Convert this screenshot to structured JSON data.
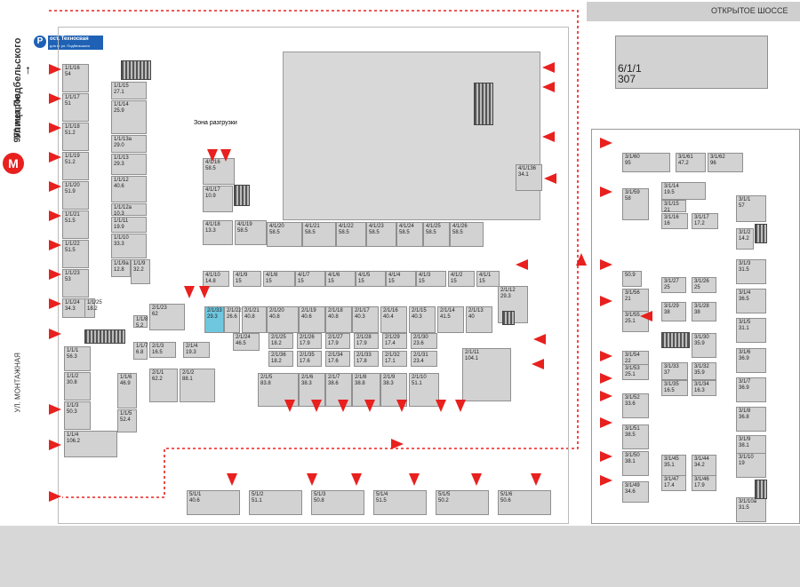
{
  "labels": {
    "highway": "ОТКРЫТОЕ ШОССЕ",
    "street_main": "Улица Подбельского",
    "street_distance": "900 метров",
    "street_side": "УЛ. МОНТАЖНАЯ",
    "parking": "ост. Техносвая",
    "parking_sub": "для м. ул. Подбельского",
    "loading_zone": "Зона разгрузки",
    "metro_icon": "М",
    "parking_icon": "P"
  },
  "colors": {
    "arrow": "#e8201e",
    "highlight": "#6ec7df",
    "building": "#d8d8d8"
  },
  "units": [
    {
      "id": "6/1/1",
      "area": "307"
    },
    {
      "id": "1/1/16",
      "area": "54"
    },
    {
      "id": "1/1/17",
      "area": "51"
    },
    {
      "id": "1/1/18",
      "area": "51.2"
    },
    {
      "id": "1/1/19",
      "area": "51.2"
    },
    {
      "id": "1/1/20",
      "area": "51.9"
    },
    {
      "id": "1/1/21",
      "area": "51.5"
    },
    {
      "id": "1/1/22",
      "area": "51.5"
    },
    {
      "id": "1/1/23",
      "area": "53"
    },
    {
      "id": "1/1/24",
      "area": "34.3"
    },
    {
      "id": "1/1/25",
      "area": "18.2"
    },
    {
      "id": "1/1/15",
      "area": "27.1"
    },
    {
      "id": "1/1/14",
      "area": "25.9"
    },
    {
      "id": "1/1/13a",
      "area": "29.0"
    },
    {
      "id": "1/1/13",
      "area": "29.3"
    },
    {
      "id": "1/1/12",
      "area": "40.6"
    },
    {
      "id": "1/1/12a",
      "area": "10.3"
    },
    {
      "id": "1/1/11",
      "area": "19.9"
    },
    {
      "id": "1/1/10",
      "area": "33.3"
    },
    {
      "id": "1/1/9a",
      "area": "12.8"
    },
    {
      "id": "1/1/9",
      "area": "32.2"
    },
    {
      "id": "1/1/1",
      "area": "56.3"
    },
    {
      "id": "1/1/2",
      "area": "30.8"
    },
    {
      "id": "1/1/3",
      "area": "50.3"
    },
    {
      "id": "1/1/4",
      "area": "106.2"
    },
    {
      "id": "1/1/6",
      "area": "46.9"
    },
    {
      "id": "1/1/5",
      "area": "52.4"
    },
    {
      "id": "1/1/7",
      "area": "6.8"
    },
    {
      "id": "1/1/8",
      "area": "5.2"
    },
    {
      "id": "2/1/23",
      "area": "62"
    },
    {
      "id": "2/1/3",
      "area": "16.5"
    },
    {
      "id": "2/1/4",
      "area": "19.3"
    },
    {
      "id": "2/1/1",
      "area": "62.2"
    },
    {
      "id": "2/1/2",
      "area": "88.1"
    },
    {
      "id": "4/1/16",
      "area": "58.5"
    },
    {
      "id": "4/1/17",
      "area": "10.9"
    },
    {
      "id": "4/1/18",
      "area": "13.3"
    },
    {
      "id": "4/1/19",
      "area": "58.5"
    },
    {
      "id": "4/1/20",
      "area": "58.5"
    },
    {
      "id": "4/1/21",
      "area": "58.5"
    },
    {
      "id": "4/1/22",
      "area": "58.5"
    },
    {
      "id": "4/1/23",
      "area": "58.5"
    },
    {
      "id": "4/1/24",
      "area": "58.5"
    },
    {
      "id": "4/1/25",
      "area": "58.5"
    },
    {
      "id": "4/1/26",
      "area": "58.5"
    },
    {
      "id": "4/1/136",
      "area": "34.1"
    },
    {
      "id": "4/1/10",
      "area": "14.8"
    },
    {
      "id": "4/1/9",
      "area": "15"
    },
    {
      "id": "4/1/8",
      "area": "15"
    },
    {
      "id": "4/1/7",
      "area": "15"
    },
    {
      "id": "4/1/6",
      "area": "15"
    },
    {
      "id": "4/1/5",
      "area": "15"
    },
    {
      "id": "4/1/4",
      "area": "15"
    },
    {
      "id": "4/1/3",
      "area": "15"
    },
    {
      "id": "4/1/2",
      "area": "15"
    },
    {
      "id": "4/1/1",
      "area": "15"
    },
    {
      "id": "2/1/33",
      "area": "29.3"
    },
    {
      "id": "2/1/22",
      "area": "26.6"
    },
    {
      "id": "2/1/21",
      "area": "40.8"
    },
    {
      "id": "2/1/20",
      "area": "40.8"
    },
    {
      "id": "2/1/19",
      "area": "40.6"
    },
    {
      "id": "2/1/18",
      "area": "40.8"
    },
    {
      "id": "2/1/17",
      "area": "40.3"
    },
    {
      "id": "2/1/16",
      "area": "40.4"
    },
    {
      "id": "2/1/15",
      "area": "40.3"
    },
    {
      "id": "2/1/14",
      "area": "41.5"
    },
    {
      "id": "2/1/13",
      "area": "40"
    },
    {
      "id": "2/1/12",
      "area": "29.3"
    },
    {
      "id": "2/1/24",
      "area": "46.5"
    },
    {
      "id": "2/1/25",
      "area": "18.2"
    },
    {
      "id": "2/1/26",
      "area": "17.9"
    },
    {
      "id": "2/1/27",
      "area": "17.9"
    },
    {
      "id": "2/1/28",
      "area": "17.9"
    },
    {
      "id": "2/1/29",
      "area": "17.4"
    },
    {
      "id": "2/1/30",
      "area": "23.6"
    },
    {
      "id": "2/1/36",
      "area": "18.2"
    },
    {
      "id": "2/1/35",
      "area": "17.6"
    },
    {
      "id": "2/1/34",
      "area": "17.6"
    },
    {
      "id": "2/1/33",
      "area": "17.8"
    },
    {
      "id": "2/1/32",
      "area": "17.1"
    },
    {
      "id": "2/1/31",
      "area": "23.4"
    },
    {
      "id": "2/1/5",
      "area": "83.8"
    },
    {
      "id": "2/1/6",
      "area": "38.3"
    },
    {
      "id": "2/1/7",
      "area": "38.6"
    },
    {
      "id": "2/1/8",
      "area": "38.8"
    },
    {
      "id": "2/1/9",
      "area": "38.3"
    },
    {
      "id": "2/1/10",
      "area": "51.1"
    },
    {
      "id": "2/1/11",
      "area": "104.1"
    },
    {
      "id": "5/1/1",
      "area": "40.6"
    },
    {
      "id": "5/1/2",
      "area": "51.1"
    },
    {
      "id": "5/1/3",
      "area": "50.8"
    },
    {
      "id": "5/1/4",
      "area": "51.5"
    },
    {
      "id": "5/1/5",
      "area": "50.2"
    },
    {
      "id": "5/1/6",
      "area": "50.6"
    },
    {
      "id": "3/1/60",
      "area": "95"
    },
    {
      "id": "3/1/61",
      "area": "47.2"
    },
    {
      "id": "3/1/62",
      "area": "96"
    },
    {
      "id": "3/1/59",
      "area": "58"
    },
    {
      "id": "3/1/14",
      "area": "19.5"
    },
    {
      "id": "3/1/15",
      "area": "21"
    },
    {
      "id": "3/1/16",
      "area": "16"
    },
    {
      "id": "3/1/17",
      "area": "17.2"
    },
    {
      "id": "3/1/1",
      "area": "57"
    },
    {
      "id": "3/1/2",
      "area": "14.2"
    },
    {
      "id": "3/1/3",
      "area": "31.5"
    },
    {
      "id": "3/1/4",
      "area": "36.5"
    },
    {
      "id": "3/1/5",
      "area": "31.1"
    },
    {
      "id": "3/1/6",
      "area": "36.9"
    },
    {
      "id": "3/1/7",
      "area": "36.9"
    },
    {
      "id": "3/1/8",
      "area": "36.8"
    },
    {
      "id": "3/1/9",
      "area": "38.1"
    },
    {
      "id": "3/1/10",
      "area": "19"
    },
    {
      "id": "3/1/10a",
      "area": "31.5"
    },
    {
      "id": "3/1/56",
      "area": "21"
    },
    {
      "id": "3/1/55",
      "area": "25.1"
    },
    {
      "id": "3/1/54",
      "area": "22"
    },
    {
      "id": "3/1/53",
      "area": "25.1"
    },
    {
      "id": "3/1/52",
      "area": "33.6"
    },
    {
      "id": "3/1/51",
      "area": "38.5"
    },
    {
      "id": "3/1/50",
      "area": "38.1"
    },
    {
      "id": "3/1/49",
      "area": "34.6"
    },
    {
      "id": "3/1/27",
      "area": "25"
    },
    {
      "id": "3/1/26",
      "area": "25"
    },
    {
      "id": "3/1/29",
      "area": "38"
    },
    {
      "id": "3/1/28",
      "area": "38"
    },
    {
      "id": "3/1/30",
      "area": "35.9"
    },
    {
      "id": "3/1/33",
      "area": "37"
    },
    {
      "id": "3/1/32",
      "area": "35.9"
    },
    {
      "id": "3/1/35",
      "area": "16.5"
    },
    {
      "id": "3/1/34",
      "area": "16.3"
    },
    {
      "id": "3/1/45",
      "area": "35.1"
    },
    {
      "id": "3/1/44",
      "area": "34.2"
    },
    {
      "id": "3/1/47",
      "area": "17.4"
    },
    {
      "id": "3/1/46",
      "area": "17.9"
    },
    {
      "id": "",
      "area": "50.9"
    }
  ]
}
